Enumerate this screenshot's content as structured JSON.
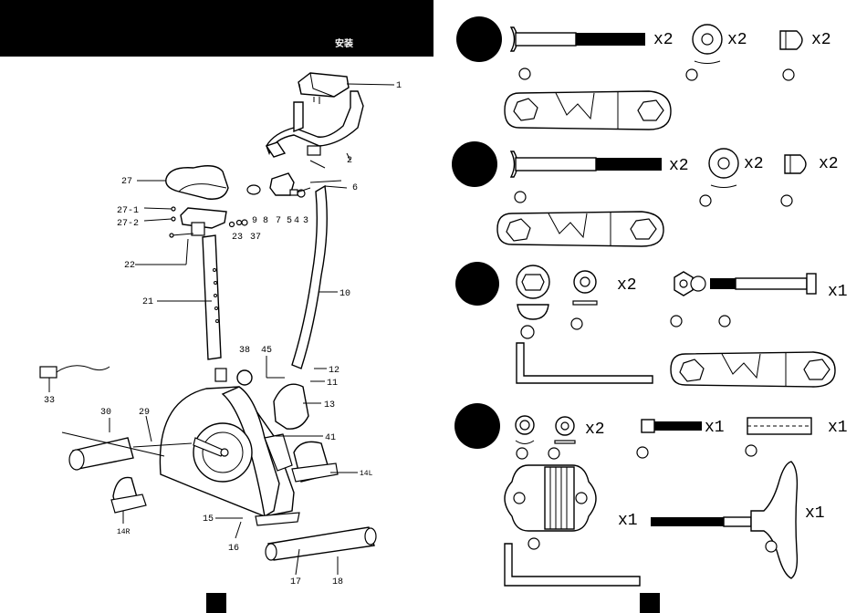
{
  "header": {
    "title": "安装"
  },
  "parts": {
    "p1": "1",
    "p2": "2",
    "p3": "3",
    "p4": "4",
    "p5": "5",
    "p6": "6",
    "p7": "7",
    "p8": "8",
    "p9": "9",
    "p10": "10",
    "p11": "11",
    "p12": "12",
    "p13": "13",
    "p14l": "14L",
    "p14r": "14R",
    "p15": "15",
    "p16": "16",
    "p17": "17",
    "p18": "18",
    "p21": "21",
    "p22": "22",
    "p23": "23",
    "p27": "27",
    "p27_1": "27-1",
    "p27_2": "27-2",
    "p29": "29",
    "p30": "30",
    "p33": "33",
    "p37": "37",
    "p38": "38",
    "p41": "41",
    "p45": "45"
  },
  "hardware": {
    "step1": {
      "bolt_qty": "x2",
      "washer_qty": "x2",
      "nut_qty": "x2"
    },
    "step2": {
      "bolt_qty": "x2",
      "washer_qty": "x2",
      "nut_qty": "x2"
    },
    "step3": {
      "washer_qty": "x2",
      "bolt_qty": "x1"
    },
    "step4": {
      "washer_qty": "x2",
      "screw_qty": "x1",
      "sleeve_qty": "x1",
      "bracket_qty": "x1",
      "knob_qty": "x1"
    }
  }
}
